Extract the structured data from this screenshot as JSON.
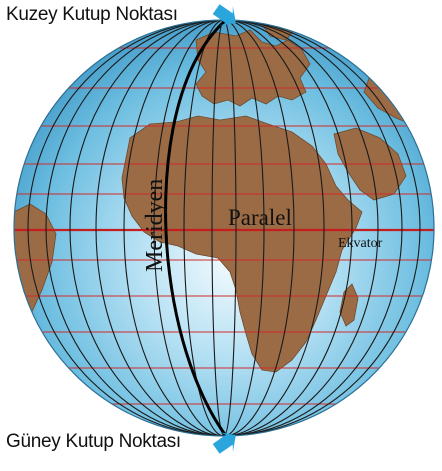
{
  "labels": {
    "north_pole": "Kuzey Kutup Noktası",
    "south_pole": "Güney Kutup Noktası",
    "meridian": "Meridyen",
    "parallel": "Paralel",
    "equator": "Ekvator"
  },
  "colors": {
    "ocean": "#5fb6dc",
    "ocean_highlight": "#e8f6fc",
    "land": "#9a6b45",
    "land_edge": "#6e4a2e",
    "meridian_line": "#111111",
    "parallel_line": "#d22a2a",
    "pole_arrow": "#2aa6dc"
  },
  "icons": {
    "north_arrow": "pole-arrow-icon",
    "south_arrow": "pole-arrow-icon"
  }
}
